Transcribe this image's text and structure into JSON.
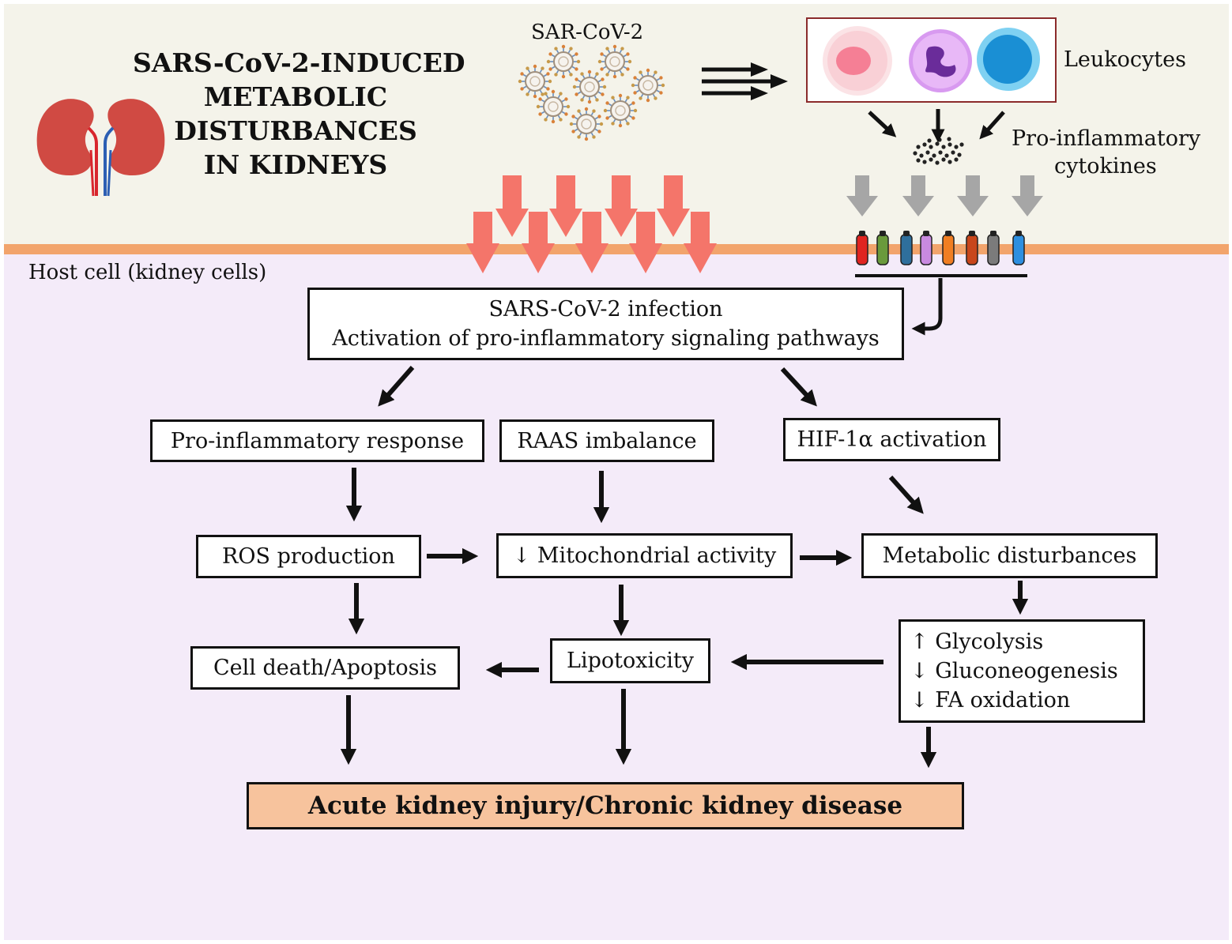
{
  "title": {
    "line1": "SARS-CoV-2-INDUCED",
    "line2": "METABOLIC",
    "line3": "DISTURBANCES",
    "line4": "IN KIDNEYS"
  },
  "labels": {
    "virus": "SAR-CoV-2",
    "leukocytes": "Leukocytes",
    "cytokines_line1": "Pro-inflammatory",
    "cytokines_line2": "cytokines",
    "host_cell": "Host cell (kidney cells)"
  },
  "boxes": {
    "infection_line1": "SARS-CoV-2 infection",
    "infection_line2": "Activation of pro-inflammatory signaling pathways",
    "pro_inflammatory_response": "Pro-inflammatory response",
    "raas_imbalance": "RAAS imbalance",
    "hif_activation": "HIF-1α activation",
    "ros_production": "ROS production",
    "mitochondrial_activity": "↓ Mitochondrial activity",
    "metabolic_disturbances": "Metabolic disturbances",
    "cell_death": "Cell death/Apoptosis",
    "lipotoxicity": "Lipotoxicity",
    "glycolysis": "↑ Glycolysis",
    "gluconeogenesis": "↓ Gluconeogenesis",
    "fa_oxidation": "↓ FA oxidation",
    "outcome": "Acute kidney injury/Chronic kidney disease"
  },
  "colors": {
    "outside_bg": "#f4f3ea",
    "inside_bg": "#f4ebf9",
    "membrane": "#f2a46c",
    "final_box": "#f7c39d",
    "red_arrows": "#f4756a",
    "gray_arrows": "#a6a6a6",
    "kidney": "#d04a43",
    "artery": "#d8262d",
    "vein": "#2d5fb3",
    "receptors": [
      "#e02420",
      "#6a9a3c",
      "#2f6f9c",
      "#c98ae0",
      "#f07e22",
      "#c8461b",
      "#7b7b7b",
      "#2d8fe0"
    ]
  },
  "icons": {
    "kidneys": "kidneys-icon",
    "virus": "virus-particle-icon",
    "cell_pink": "eosinophil-cell-icon",
    "cell_purple": "neutrophil-cell-icon",
    "cell_blue": "lymphocyte-cell-icon",
    "cytokines": "cytokine-dots-icon",
    "receptor": "receptor-icon"
  }
}
